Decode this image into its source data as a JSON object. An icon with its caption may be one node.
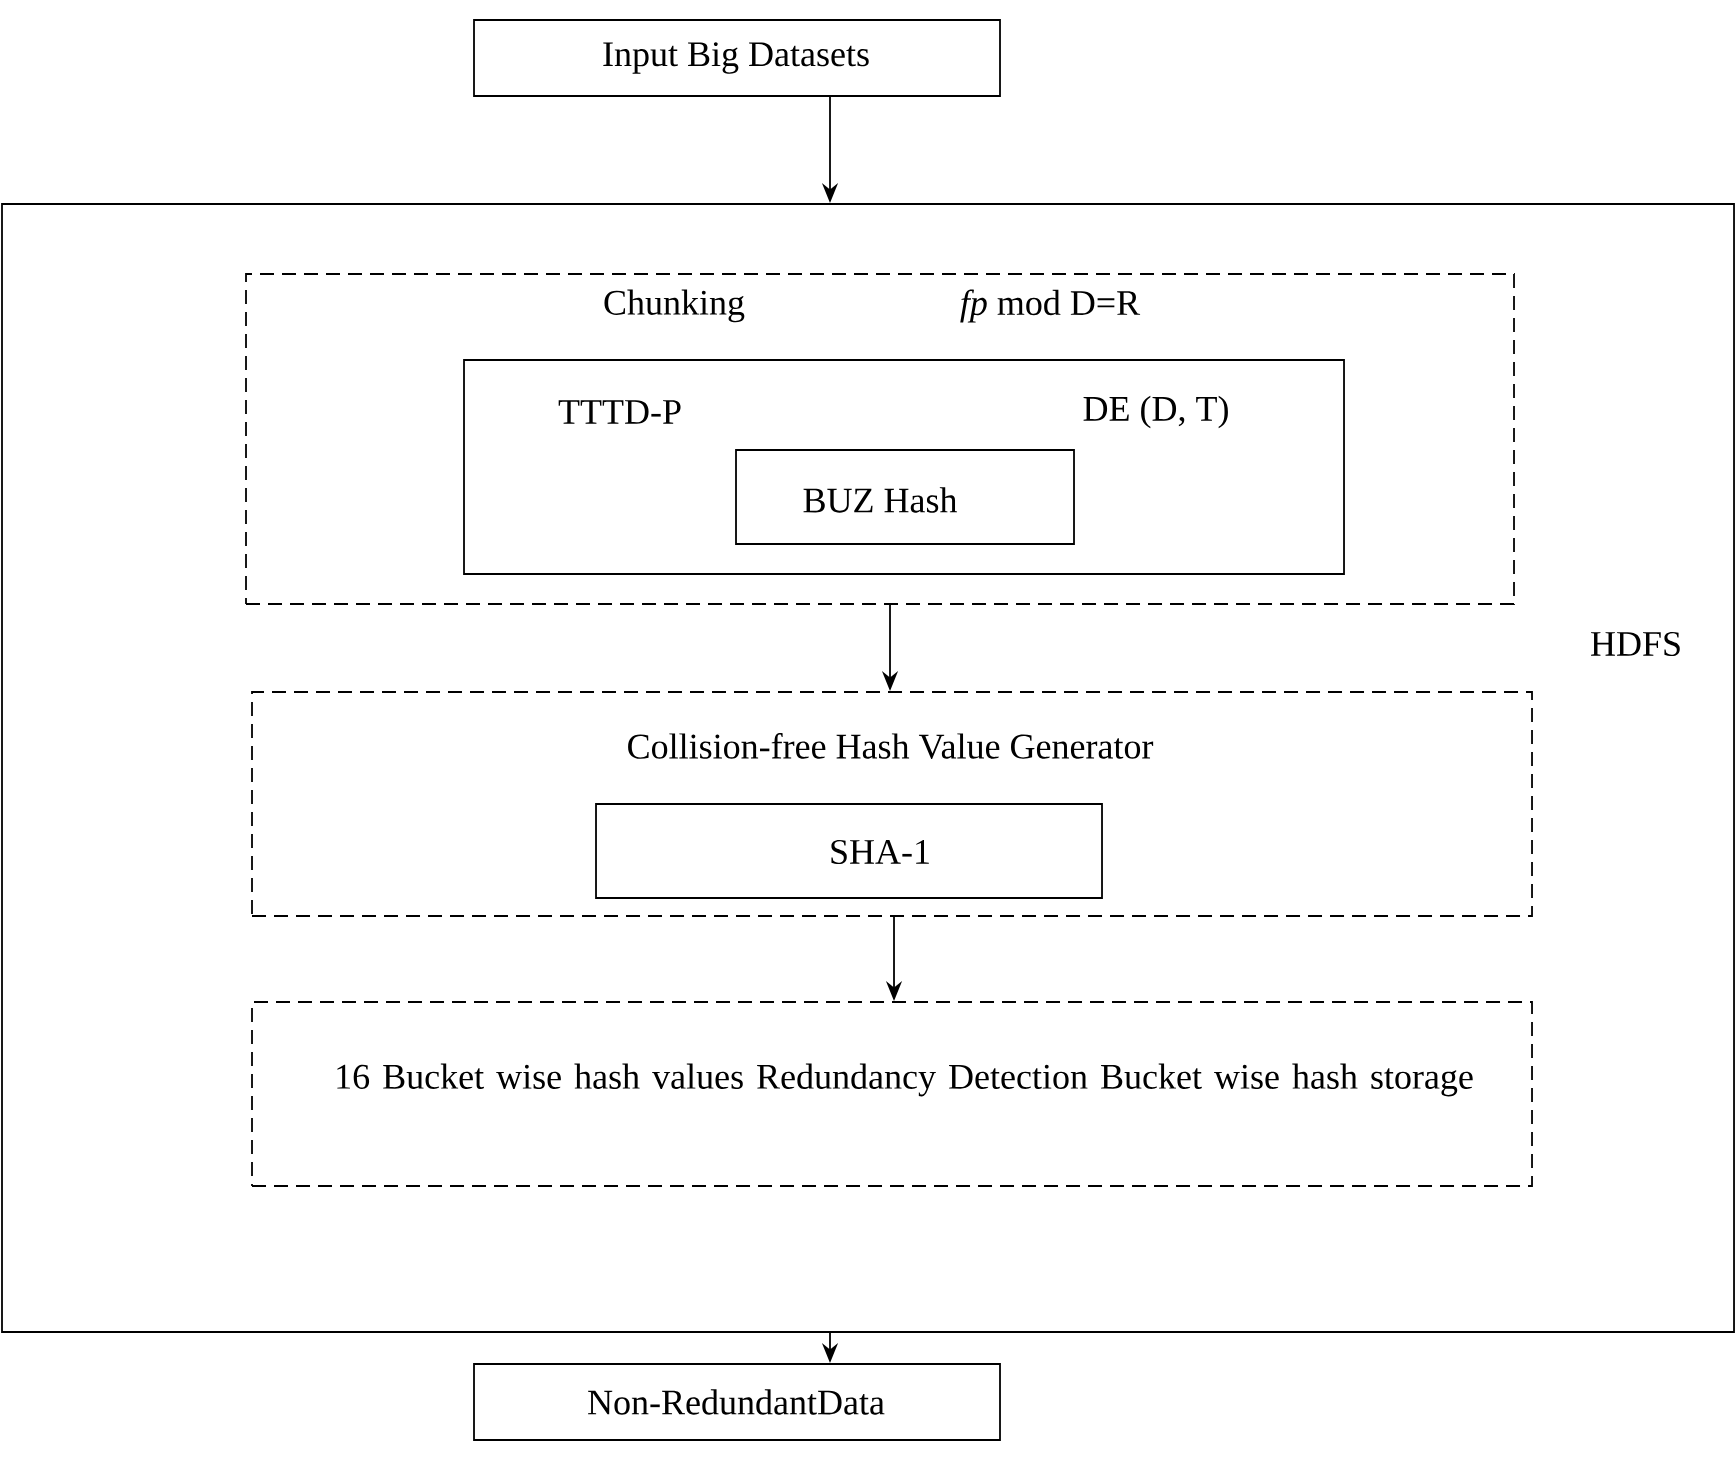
{
  "diagram": {
    "nodes": [
      {
        "text": [
          "Input Big Datasets"
        ]
      },
      {
        "text": [
          "HDFS"
        ]
      },
      {
        "text": [
          "Chunking",
          "*fp* mod D=R"
        ],
        "in": 1
      },
      {
        "text": [
          "TTTD-P",
          "DE (D, T)"
        ],
        "in": 2
      },
      {
        "text": [
          "BUZ Hash"
        ],
        "in": 3
      },
      {
        "text": [
          "Collision-free Hash Value Generator"
        ],
        "in": 1
      },
      {
        "text": [
          "SHA-1"
        ],
        "in": 5
      },
      {
        "text": [
          "16 Bucket wise hash values Redundancy Detection Bucket wise hash storage"
        ],
        "in": 1
      },
      {
        "text": [
          "Non-RedundantData"
        ]
      }
    ],
    "edges": [
      {
        "from": 0,
        "to": 1,
        "arrow": "to"
      },
      {
        "from": 2,
        "to": 5,
        "arrow": "to"
      },
      {
        "from": 5,
        "to": 7,
        "arrow": "to"
      },
      {
        "from": 1,
        "to": 8,
        "arrow": "to"
      }
    ]
  }
}
